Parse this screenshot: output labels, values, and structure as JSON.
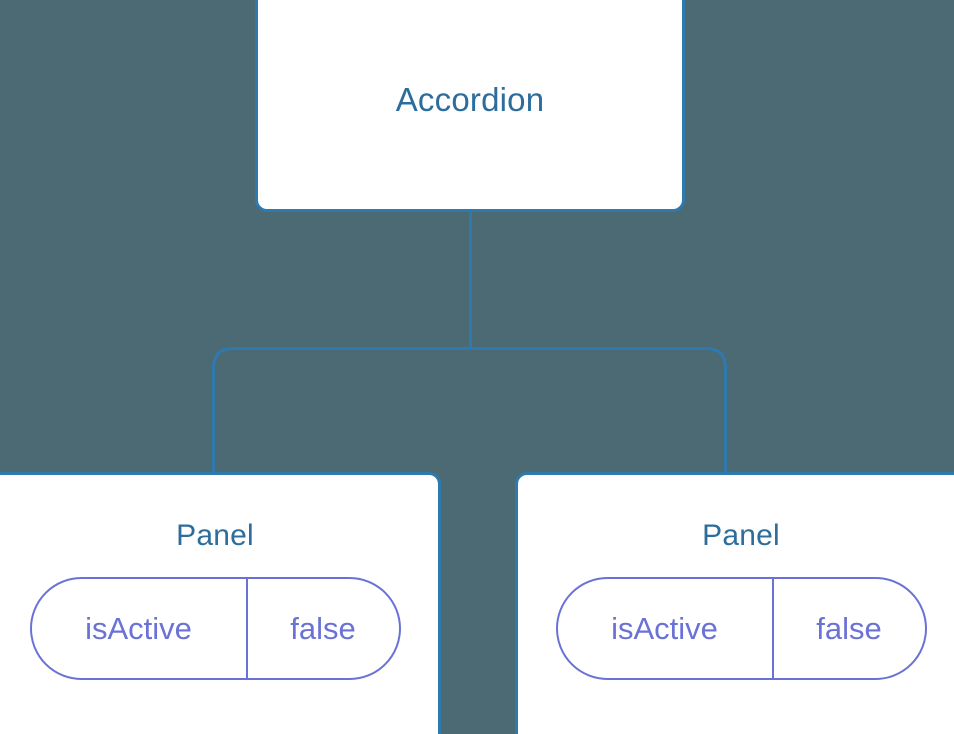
{
  "diagram": {
    "type": "component-tree",
    "background_color": "#4c6a74",
    "node_fill": "#ffffff",
    "node_border_color": "#2e79ad",
    "node_title_color": "#2d6d9c",
    "connector_color": "#2e79ad",
    "prop_border_color": "#6a72d6",
    "prop_text_color": "#6a72d6",
    "root": {
      "title": "Accordion"
    },
    "children": [
      {
        "title": "Panel",
        "props": [
          {
            "key": "isActive",
            "value": "false"
          }
        ]
      },
      {
        "title": "Panel",
        "props": [
          {
            "key": "isActive",
            "value": "false"
          }
        ]
      }
    ]
  }
}
